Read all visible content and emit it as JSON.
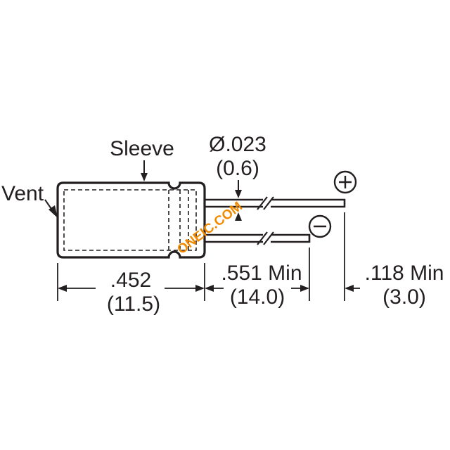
{
  "labels": {
    "sleeve": "Sleeve",
    "vent": "Vent",
    "lead_diameter_in": "Ø.023",
    "lead_diameter_mm": "(0.6)",
    "body_length_in": ".452",
    "body_length_mm": "(11.5)",
    "lead_length_in": ".551 Min",
    "lead_length_mm": "(14.0)",
    "lead_offset_in": ".118 Min",
    "lead_offset_mm": "(3.0)"
  },
  "symbols": {
    "positive": "+",
    "negative": "−"
  },
  "watermark": {
    "text": "ONEIC.COM",
    "color": "#f28a00"
  },
  "colors": {
    "line": "#231f20",
    "background": "#ffffff"
  }
}
